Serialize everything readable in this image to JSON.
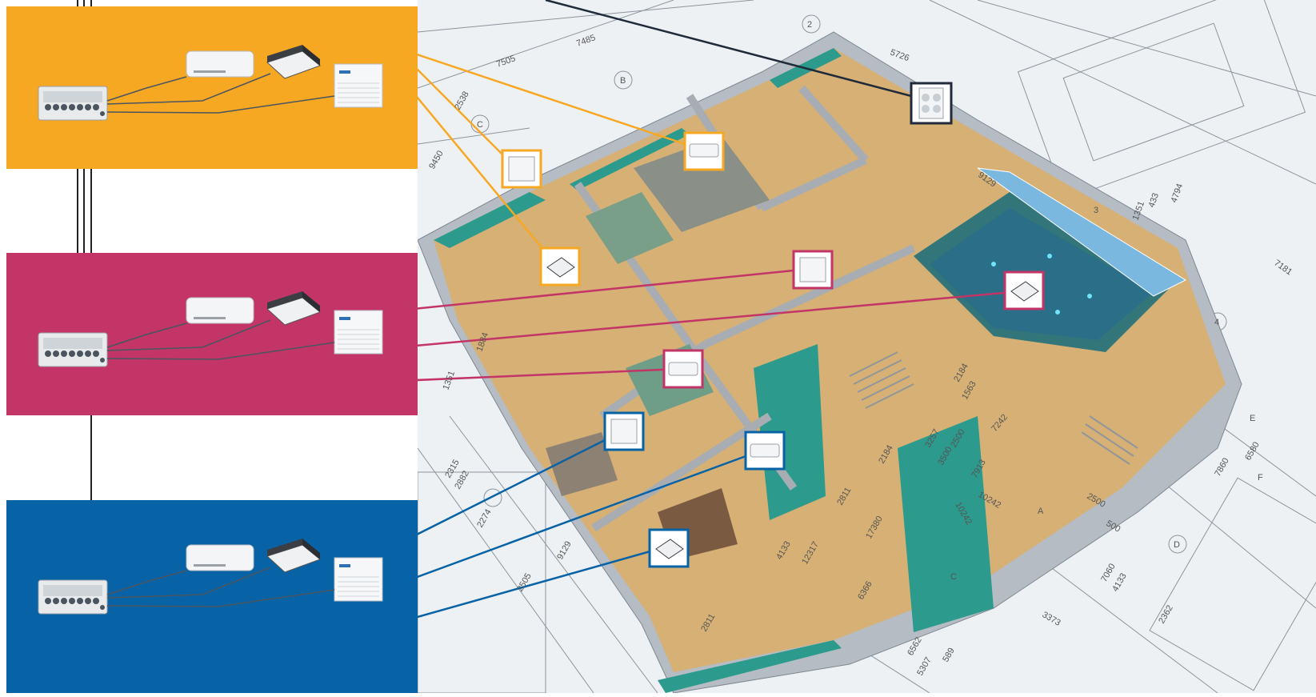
{
  "colors": {
    "zone_1": "#F7A823",
    "zone_2": "#C33567",
    "zone_3": "#0763A6",
    "outdoor_line": "#1f2a3a",
    "wall_teal": "#2c9a8c",
    "floor": "#d8a964",
    "blueprint_bg": "#eef1f4"
  },
  "zones": [
    {
      "name": "zone-1",
      "color": "#F7A823",
      "units": [
        "wall-mounted-unit",
        "cassette-unit",
        "floor-ceiling-unit",
        "mode-exchanger-box"
      ]
    },
    {
      "name": "zone-2",
      "color": "#C33567",
      "units": [
        "wall-mounted-unit",
        "cassette-unit",
        "floor-ceiling-unit",
        "mode-exchanger-box"
      ]
    },
    {
      "name": "zone-3",
      "color": "#0763A6",
      "units": [
        "wall-mounted-unit",
        "cassette-unit",
        "floor-ceiling-unit",
        "mode-exchanger-box"
      ]
    }
  ],
  "room_markers": [
    {
      "zone": "outdoor",
      "icon": "outdoor-unit-icon"
    },
    {
      "zone": "zone-1",
      "icon": "wall-mounted-unit-icon"
    },
    {
      "zone": "zone-1",
      "icon": "floor-ceiling-unit-icon"
    },
    {
      "zone": "zone-1",
      "icon": "cassette-unit-icon"
    },
    {
      "zone": "zone-2",
      "icon": "floor-ceiling-unit-icon"
    },
    {
      "zone": "zone-2",
      "icon": "cassette-unit-icon"
    },
    {
      "zone": "zone-2",
      "icon": "wall-mounted-unit-icon"
    },
    {
      "zone": "zone-3",
      "icon": "floor-ceiling-unit-icon"
    },
    {
      "zone": "zone-3",
      "icon": "wall-mounted-unit-icon"
    },
    {
      "zone": "zone-3",
      "icon": "cassette-unit-icon"
    }
  ],
  "blueprint_labels": {
    "dimensions": [
      "9450",
      "2538",
      "7505",
      "7485",
      "9129",
      "7181",
      "3257",
      "2500",
      "7242",
      "7913",
      "10242",
      "2184",
      "1563",
      "2184",
      "2811",
      "4133",
      "12317",
      "17380",
      "6366",
      "6562",
      "5307",
      "589",
      "3373",
      "7060",
      "4133",
      "2362",
      "6580",
      "7860",
      "2500",
      "500",
      "9129",
      "2811",
      "2274",
      "2315",
      "2882",
      "2505",
      "10242",
      "1351",
      "1884",
      "5726",
      "433",
      "4794",
      "1351",
      "3500"
    ],
    "axis_marks": [
      "C",
      "D",
      "E",
      "F",
      "2",
      "3",
      "4",
      "A",
      "B",
      "C"
    ]
  }
}
